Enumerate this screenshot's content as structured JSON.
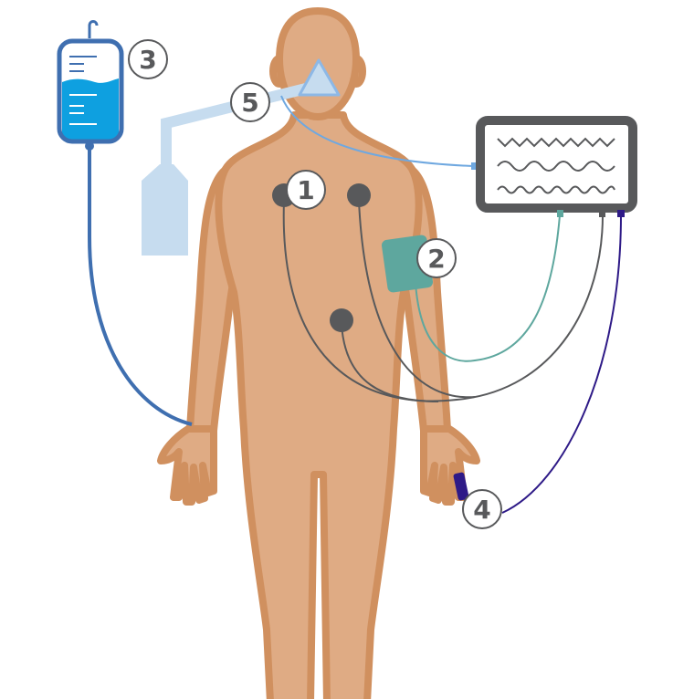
{
  "labels": [
    {
      "id": "electrodes",
      "text": "1"
    },
    {
      "id": "bp-cuff",
      "text": "2"
    },
    {
      "id": "iv-bag",
      "text": "3"
    },
    {
      "id": "pulse-oximeter",
      "text": "4"
    },
    {
      "id": "oxygen-mask",
      "text": "5"
    }
  ],
  "colors": {
    "skin": "#dfab84",
    "skin_outline": "#d0905f",
    "gray": "#58595b",
    "teal": "#5ea79e",
    "iv_blue": "#3f6fb0",
    "fluid": "#0ea0e0",
    "oxygen": "#c6dcef",
    "purple": "#2e1a87",
    "sensor_line": "#6fa8e0"
  }
}
